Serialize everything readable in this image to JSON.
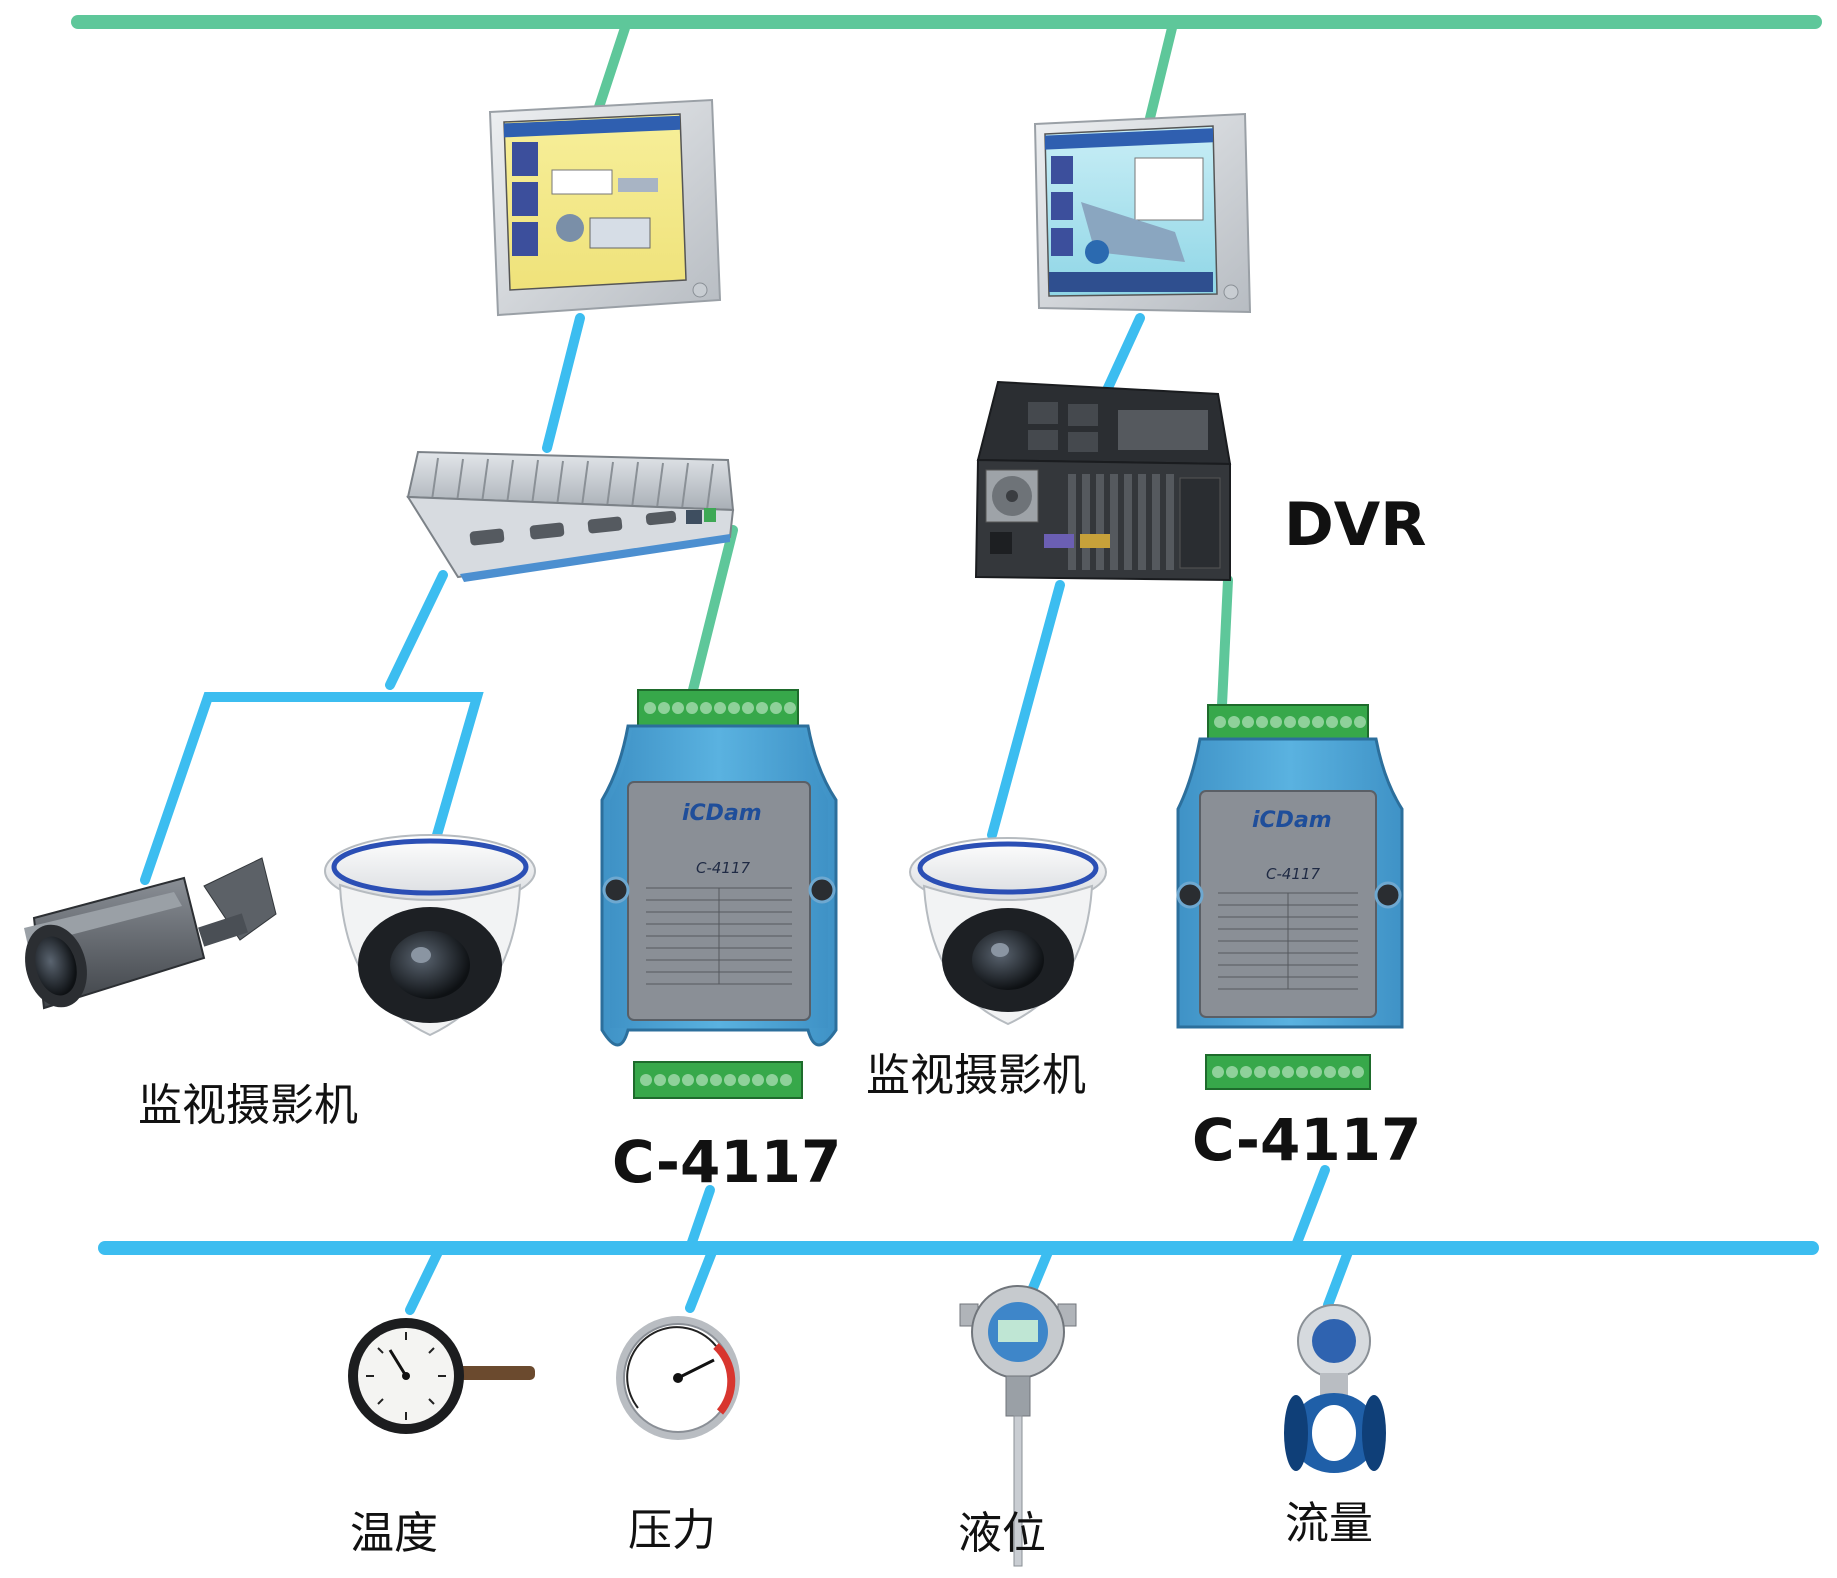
{
  "colors": {
    "ethernet": "#5ec79a",
    "fieldbus": "#3cbdf0",
    "module": "#4aa2d4",
    "terminal": "#37a84a",
    "text": "#111111"
  },
  "labels": {
    "dvr": "DVR",
    "camera_group_left": "监视摄影机",
    "camera_group_right": "监视摄影机",
    "module_left": "C-4117",
    "module_right": "C-4117",
    "module_brand": "iCDam",
    "module_face_model": "C-4117"
  },
  "sensors": [
    {
      "label": "温度",
      "icon": "thermometer-icon"
    },
    {
      "label": "压力",
      "icon": "pressure-gauge-icon"
    },
    {
      "label": "液位",
      "icon": "level-transmitter-icon"
    },
    {
      "label": "流量",
      "icon": "flowmeter-icon"
    }
  ],
  "devices": {
    "panel_pc_left": "touch-panel-pc-icon",
    "panel_pc_right": "touch-panel-pc-icon",
    "embedded_box_pc": "fanless-box-pc-icon",
    "dvr_chassis": "rackmount-dvr-icon",
    "bullet_camera": "bullet-camera-icon",
    "dome_camera": "dome-camera-icon"
  }
}
